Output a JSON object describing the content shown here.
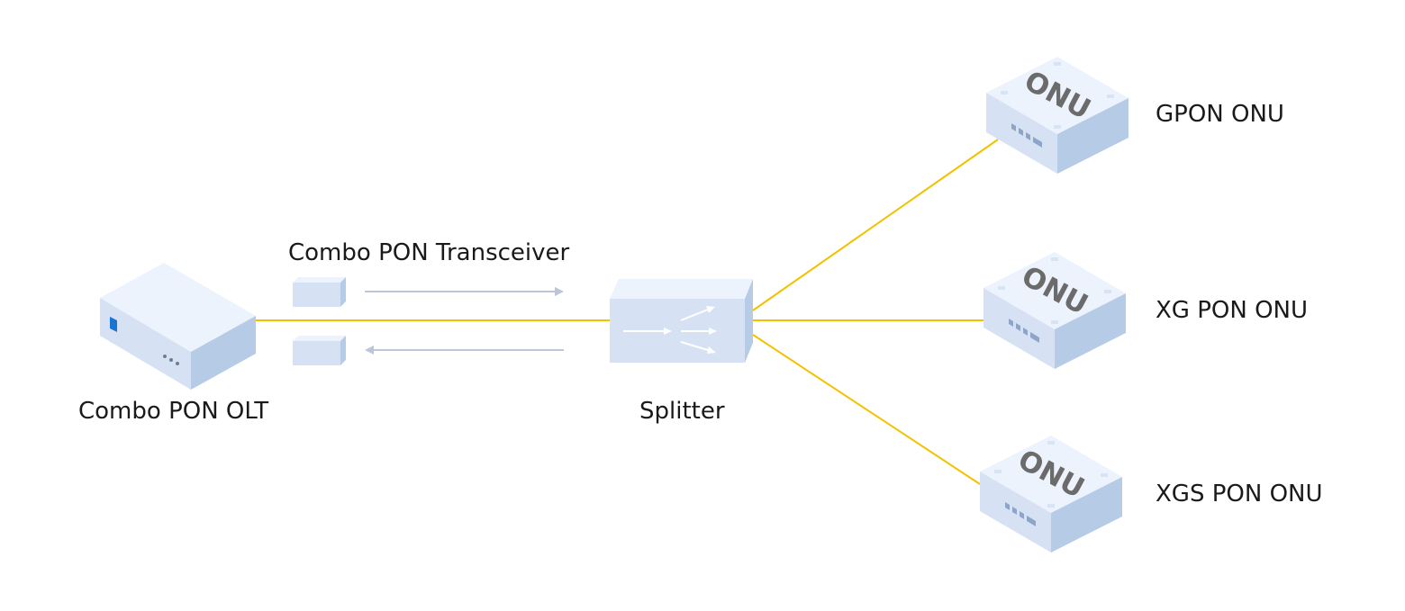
{
  "labels": {
    "olt": "Combo PON OLT",
    "transceiver": "Combo PON Transceiver",
    "splitter": "Splitter",
    "gpon_onu": "GPON ONU",
    "xgpon_onu": "XG PON ONU",
    "xgspon_onu": "XGS PON ONU"
  },
  "onu_badge": "ONU",
  "colors": {
    "fiber": "#f2c200",
    "device_top": "#edf3fc",
    "device_left": "#d6e2f4",
    "device_right": "#b6cbe6",
    "arrow": "#bcc6d6",
    "olt_indicator": "#1b74d1"
  }
}
